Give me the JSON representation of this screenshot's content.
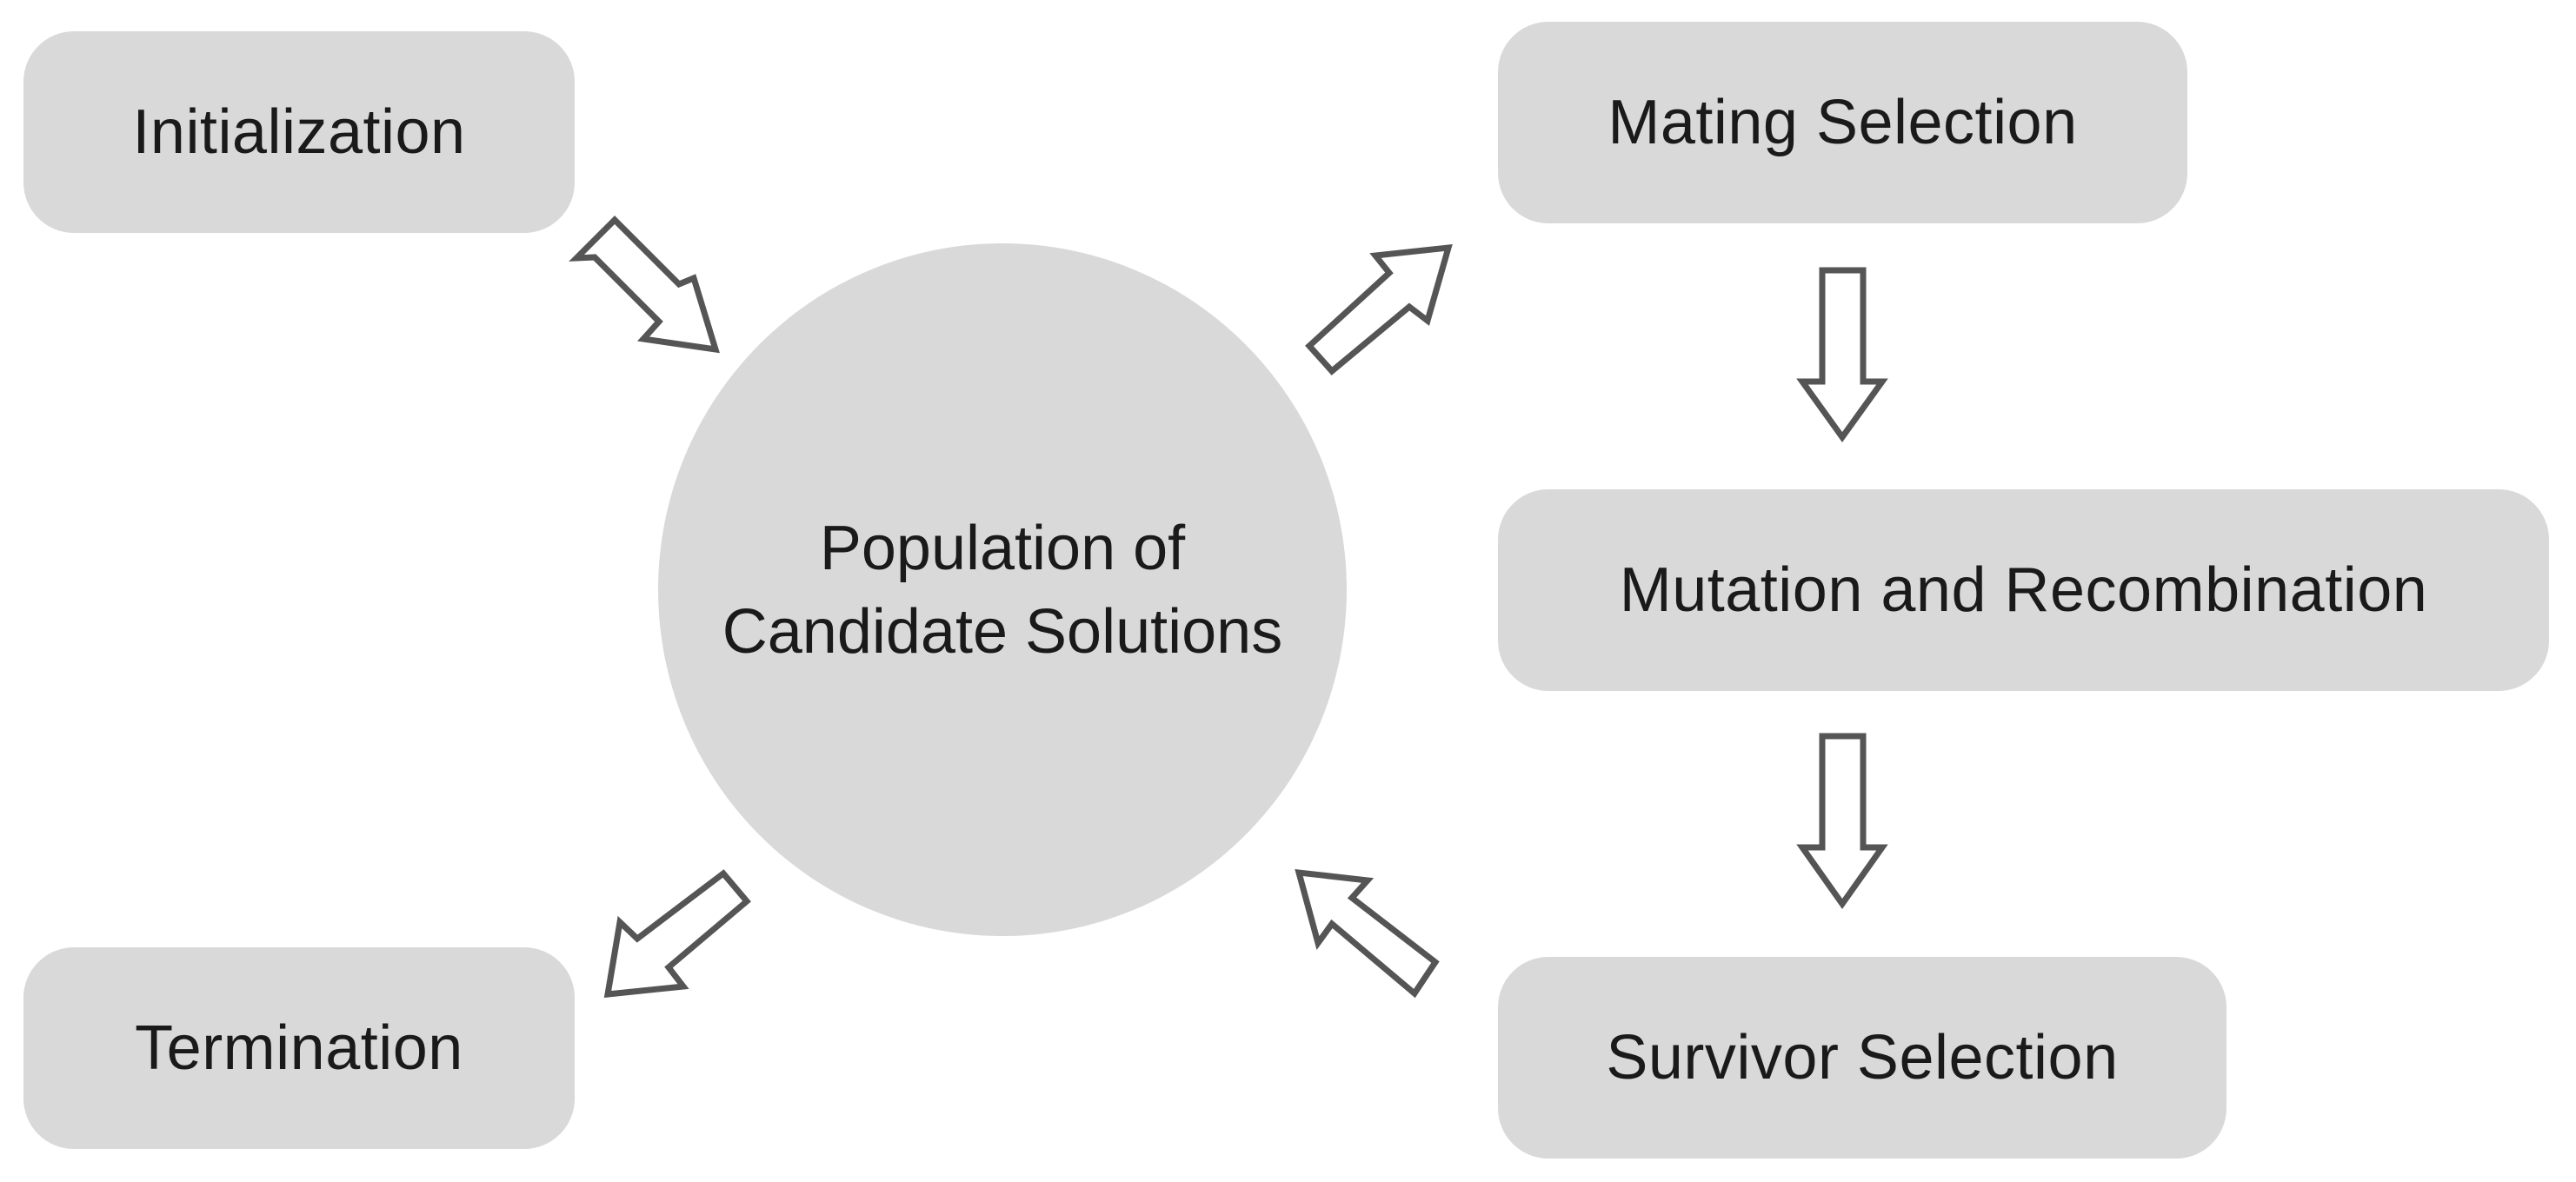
{
  "diagram": {
    "center": {
      "line1": "Population of",
      "line2": "Candidate Solutions"
    },
    "nodes": {
      "initialization": "Initialization",
      "termination": "Termination",
      "mating_selection": "Mating Selection",
      "mutation_recombination": "Mutation and Recombination",
      "survivor_selection": "Survivor Selection"
    }
  },
  "colors": {
    "node_fill": "#d9d9d9",
    "arrow_stroke": "#555555",
    "arrow_fill": "#ffffff",
    "text": "#1a1a1a"
  }
}
